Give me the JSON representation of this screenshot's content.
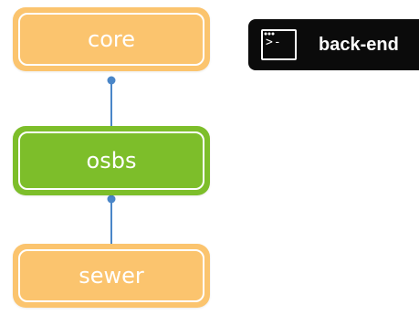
{
  "nodes": {
    "core": {
      "label": "core",
      "color": "#FBC46E"
    },
    "osbs": {
      "label": "osbs",
      "color": "#7DBE2A"
    },
    "sewer": {
      "label": "sewer",
      "color": "#FBC46E"
    }
  },
  "edges": [
    {
      "from": "core",
      "to": "osbs"
    },
    {
      "from": "osbs",
      "to": "sewer"
    }
  ],
  "badge": {
    "icon": "terminal-icon",
    "prompt": ">-",
    "label": "back-end"
  },
  "colors": {
    "edge": "#4A86C8",
    "badge_bg": "#0b0b0b"
  }
}
